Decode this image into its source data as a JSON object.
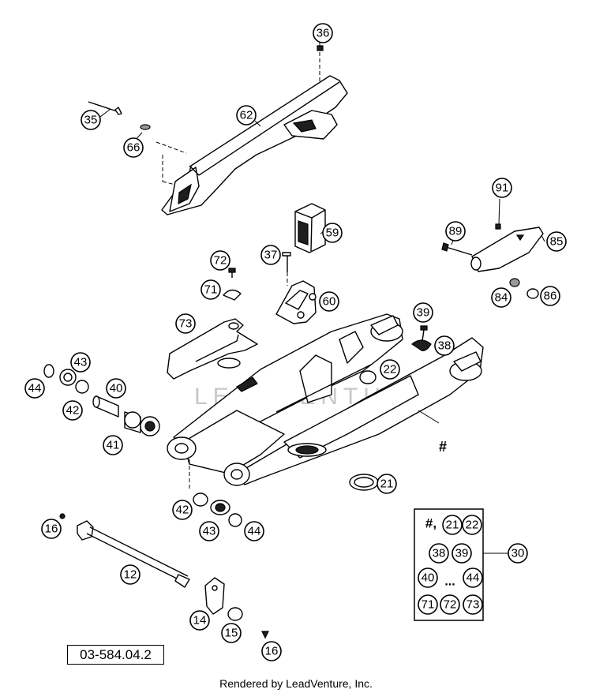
{
  "diagram": {
    "drawing_id": "03-584.04.2",
    "footer": "Rendered by LeadVenture, Inc.",
    "watermark": "LEADVENTURE",
    "callouts": [
      "36",
      "62",
      "35",
      "66",
      "59",
      "91",
      "89",
      "85",
      "72",
      "37",
      "71",
      "60",
      "84",
      "86",
      "39",
      "73",
      "38",
      "22",
      "43",
      "44",
      "40",
      "42",
      "41",
      "#",
      "21",
      "16",
      "42",
      "43",
      "44",
      "30",
      "12",
      "14",
      "15",
      "16"
    ],
    "kit_box": {
      "rows": [
        [
          "#,",
          "21",
          "22"
        ],
        [
          "38",
          "39"
        ],
        [
          "40",
          "...",
          "44"
        ],
        [
          "71",
          "72",
          "73"
        ]
      ],
      "callout": "30"
    }
  }
}
